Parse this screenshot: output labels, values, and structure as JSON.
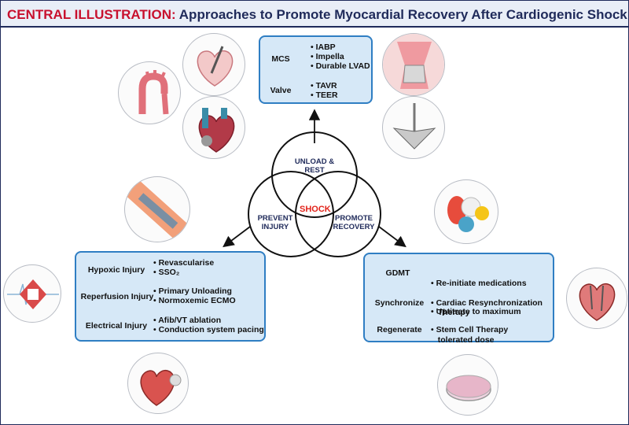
{
  "header": {
    "label": "CENTRAL ILLUSTRATION:",
    "title": "Approaches to Promote Myocardial Recovery After Cardiogenic Shock"
  },
  "venn": {
    "top": "UNLOAD &\nREST",
    "left": "PREVENT\nINJURY",
    "right": "PROMOTE\nRECOVERY",
    "center": "SHOCK"
  },
  "top_box": {
    "rows": [
      {
        "category": "MCS",
        "items": [
          "• IABP",
          "• Impella",
          "• Durable LVAD"
        ]
      },
      {
        "category": "Valve",
        "items": [
          "• TAVR",
          "• TEER"
        ]
      }
    ]
  },
  "left_box": {
    "rows": [
      {
        "category": "Hypoxic Injury",
        "items": [
          "• Revascularise",
          "• SSO₂"
        ]
      },
      {
        "category": "Reperfusion Injury",
        "items": [
          "• Primary Unloading",
          "• Normoxemic ECMO"
        ]
      },
      {
        "category": "Electrical Injury",
        "items": [
          "• Afib/VT ablation",
          "• Conduction system pacing"
        ]
      }
    ]
  },
  "right_box": {
    "rows": [
      {
        "category": "GDMT",
        "items": [
          "• Re-initiate medications",
          "• Uptitrate to maximum",
          "   tolerated dose"
        ]
      },
      {
        "category": "Synchronize",
        "items": [
          "• Cardiac Resynchronization",
          "   Therapy"
        ]
      },
      {
        "category": "Regenerate",
        "items": [
          "• Stem Cell Therapy"
        ]
      }
    ]
  },
  "icons": [
    "aorta-icon",
    "heart-impella-icon",
    "heart-lvad-icon",
    "tavr-valve-icon",
    "teer-clip-icon",
    "stent-icon",
    "ecg-monitor-icon",
    "pacemaker-icon",
    "pills-icon",
    "heart-crt-icon",
    "petri-dish-icon"
  ],
  "colors": {
    "accent_red": "#c8102e",
    "navy": "#1f2a5a",
    "box_fill": "#d6e8f7",
    "box_border": "#2f7ec3"
  }
}
